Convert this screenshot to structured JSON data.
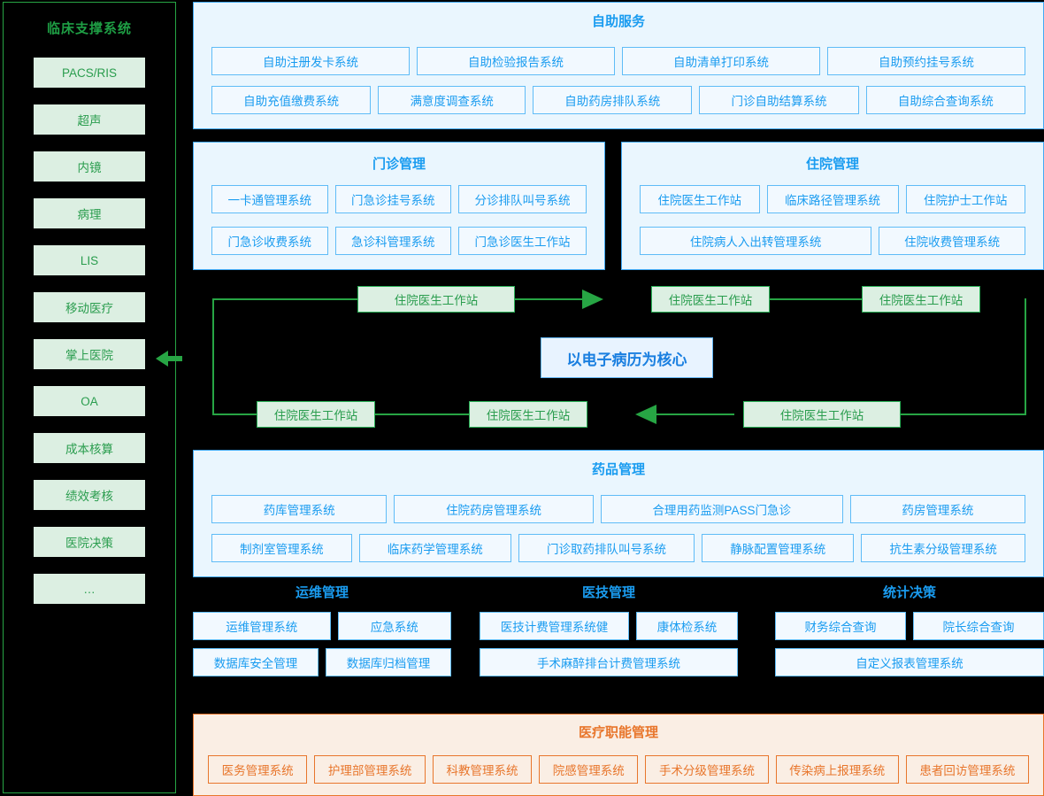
{
  "sidebar": {
    "title": "临床支撑系统",
    "items": [
      {
        "label": "PACS/RIS"
      },
      {
        "label": "超声"
      },
      {
        "label": "内镜"
      },
      {
        "label": "病理"
      },
      {
        "label": "LIS"
      },
      {
        "label": "移动医疗"
      },
      {
        "label": "掌上医院"
      },
      {
        "label": "OA"
      },
      {
        "label": "成本核算"
      },
      {
        "label": "绩效考核"
      },
      {
        "label": "医院决策"
      },
      {
        "label": "…"
      }
    ]
  },
  "self_service": {
    "title": "自助服务",
    "row1": [
      "自助注册发卡系统",
      "自助检验报告系统",
      "自助清单打印系统",
      "自助预约挂号系统"
    ],
    "row2": [
      "自助充值缴费系统",
      "满意度调查系统",
      "自助药房排队系统",
      "门诊自助结算系统",
      "自助综合查询系统"
    ]
  },
  "outpatient": {
    "title": "门诊管理",
    "row1": [
      "一卡通管理系统",
      "门急诊挂号系统",
      "分诊排队叫号系统"
    ],
    "row2": [
      "门急诊收费系统",
      "急诊科管理系统",
      "门急诊医生工作站"
    ]
  },
  "inpatient": {
    "title": "住院管理",
    "row1": [
      "住院医生工作站",
      "临床路径管理系统",
      "住院护士工作站"
    ],
    "row2": [
      "住院病人入出转管理系统",
      "住院收费管理系统"
    ]
  },
  "emr": {
    "core_label": "以电子病历为核心",
    "nodes": [
      {
        "label": "住院医生工作站"
      },
      {
        "label": "住院医生工作站"
      },
      {
        "label": "住院医生工作站"
      },
      {
        "label": "住院医生工作站"
      },
      {
        "label": "住院医生工作站"
      },
      {
        "label": "住院医生工作站"
      }
    ]
  },
  "drug": {
    "title": "药品管理",
    "row1": [
      "药库管理系统",
      "住院药房管理系统",
      "合理用药监测PASS门急诊",
      "药房管理系统"
    ],
    "row2": [
      "制剂室管理系统",
      "临床药学管理系统",
      "门诊取药排队叫号系统",
      "静脉配置管理系统",
      "抗生素分级管理系统"
    ]
  },
  "operations": {
    "title": "运维管理",
    "row1": [
      "运维管理系统",
      "应急系统"
    ],
    "row2": [
      "数据库安全管理",
      "数据库归档管理"
    ]
  },
  "medtech": {
    "title": "医技管理",
    "row1": [
      "医技计费管理系统健",
      "康体检系统"
    ],
    "row2": [
      "手术麻醉排台计费管理系统"
    ]
  },
  "statistics": {
    "title": "统计决策",
    "row1": [
      "财务综合查询",
      "院长综合查询"
    ],
    "row2": [
      "自定义报表管理系统"
    ]
  },
  "medical_function": {
    "title": "医疗职能管理",
    "items": [
      "医务管理系统",
      "护理部管理系统",
      "科教管理系统",
      "院感管理系统",
      "手术分级管理系统",
      "传染病上报理系统",
      "患者回访管理系统"
    ]
  },
  "colors": {
    "background": "#000000",
    "green_accent": "#27a544",
    "green_fill": "#dcefe2",
    "green_text": "#2a9d4e",
    "blue_accent": "#41a9f5",
    "blue_fill": "#eaf6fe",
    "blue_chip_fill": "#f2f9ff",
    "blue_text": "#1a9cf0",
    "orange_accent": "#e8762c",
    "orange_fill": "#faeee4"
  }
}
